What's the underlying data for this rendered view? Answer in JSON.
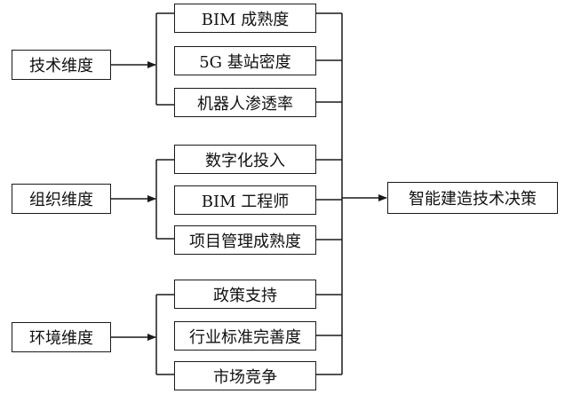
{
  "dimensions": {
    "technology": "技术维度",
    "organization": "组织维度",
    "environment": "环境维度"
  },
  "factors": {
    "technology": [
      "BIM 成熟度",
      "5G 基站密度",
      "机器人渗透率"
    ],
    "organization": [
      "数字化投入",
      "BIM 工程师",
      "项目管理成熟度"
    ],
    "environment": [
      "政策支持",
      "行业标准完善度",
      "市场竞争"
    ]
  },
  "outcome": "智能建造技术决策"
}
